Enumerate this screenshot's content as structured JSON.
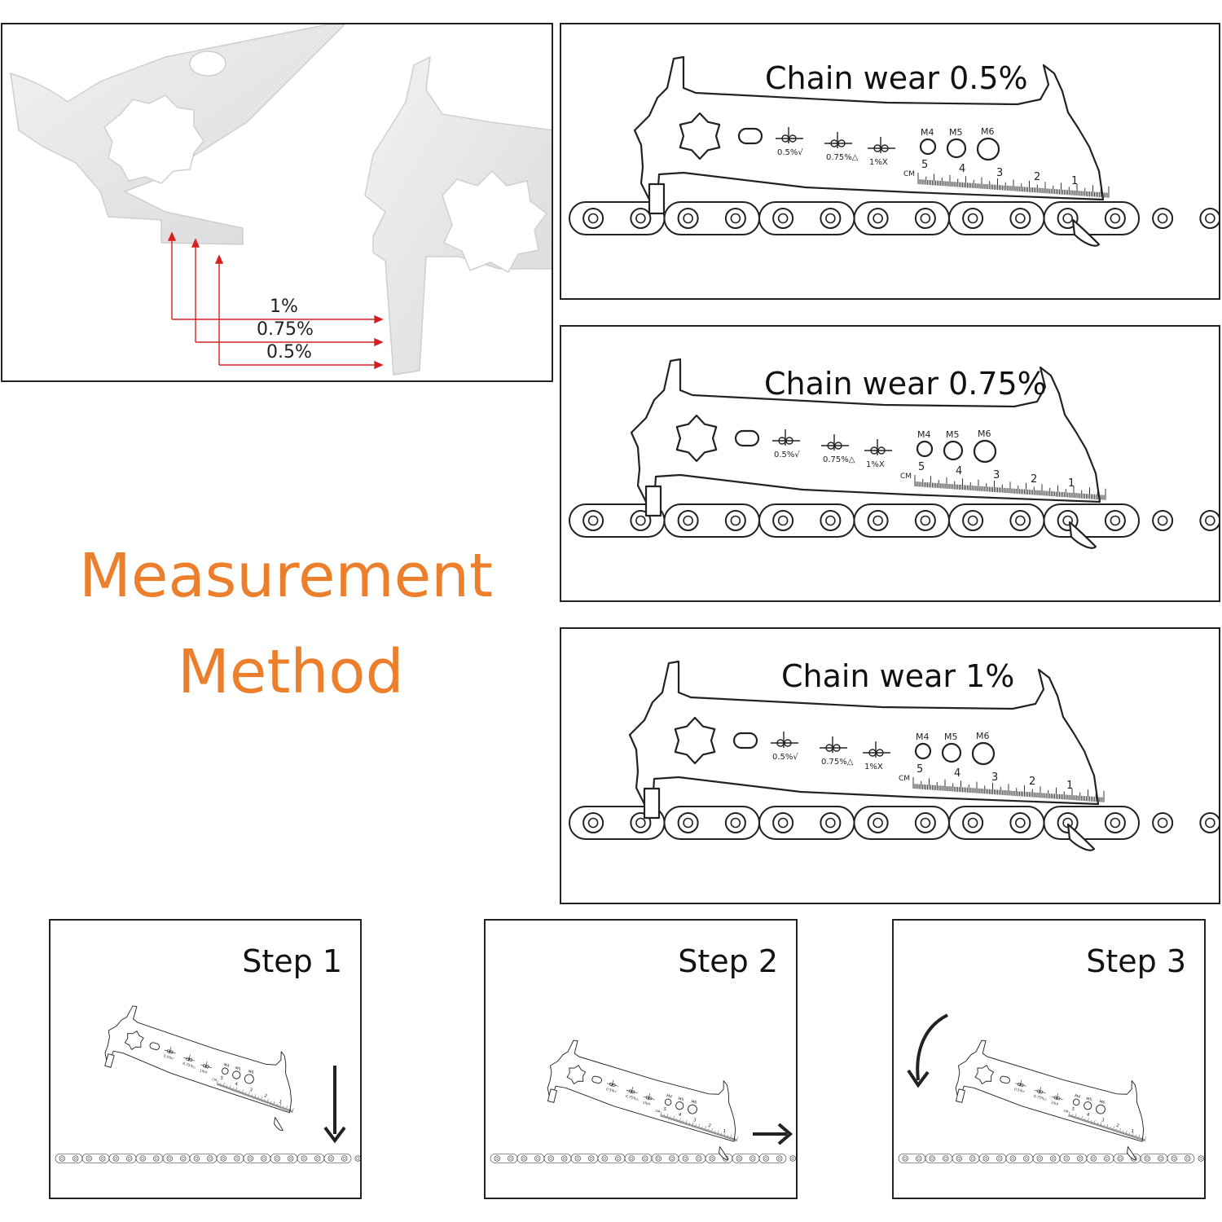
{
  "photo_panel": {
    "labels": [
      "1%",
      "0.75%",
      "0.5%"
    ]
  },
  "heading": {
    "line1": "Measurement",
    "line2": "Method",
    "color": "#ec7f2c"
  },
  "wear_panels": [
    {
      "title": "Chain wear 0.5%"
    },
    {
      "title": "Chain wear 0.75%"
    },
    {
      "title": "Chain wear 1%"
    }
  ],
  "tool_markings": {
    "holes": [
      "M4",
      "M5",
      "M6"
    ],
    "scale_unit": "CM",
    "scale_numbers": [
      "5",
      "4",
      "3",
      "2",
      "1"
    ],
    "gauge_labels": [
      "0.5%√",
      "0.75%△",
      "1%X"
    ]
  },
  "steps": [
    {
      "title": "Step 1",
      "arrow": "down-arrow"
    },
    {
      "title": "Step 2",
      "arrow": "right-arrow"
    },
    {
      "title": "Step 3",
      "arrow": "rotate-arrow"
    }
  ],
  "colors": {
    "guide_lines": "#d62020",
    "photo_metal": "#e4e4e4"
  }
}
